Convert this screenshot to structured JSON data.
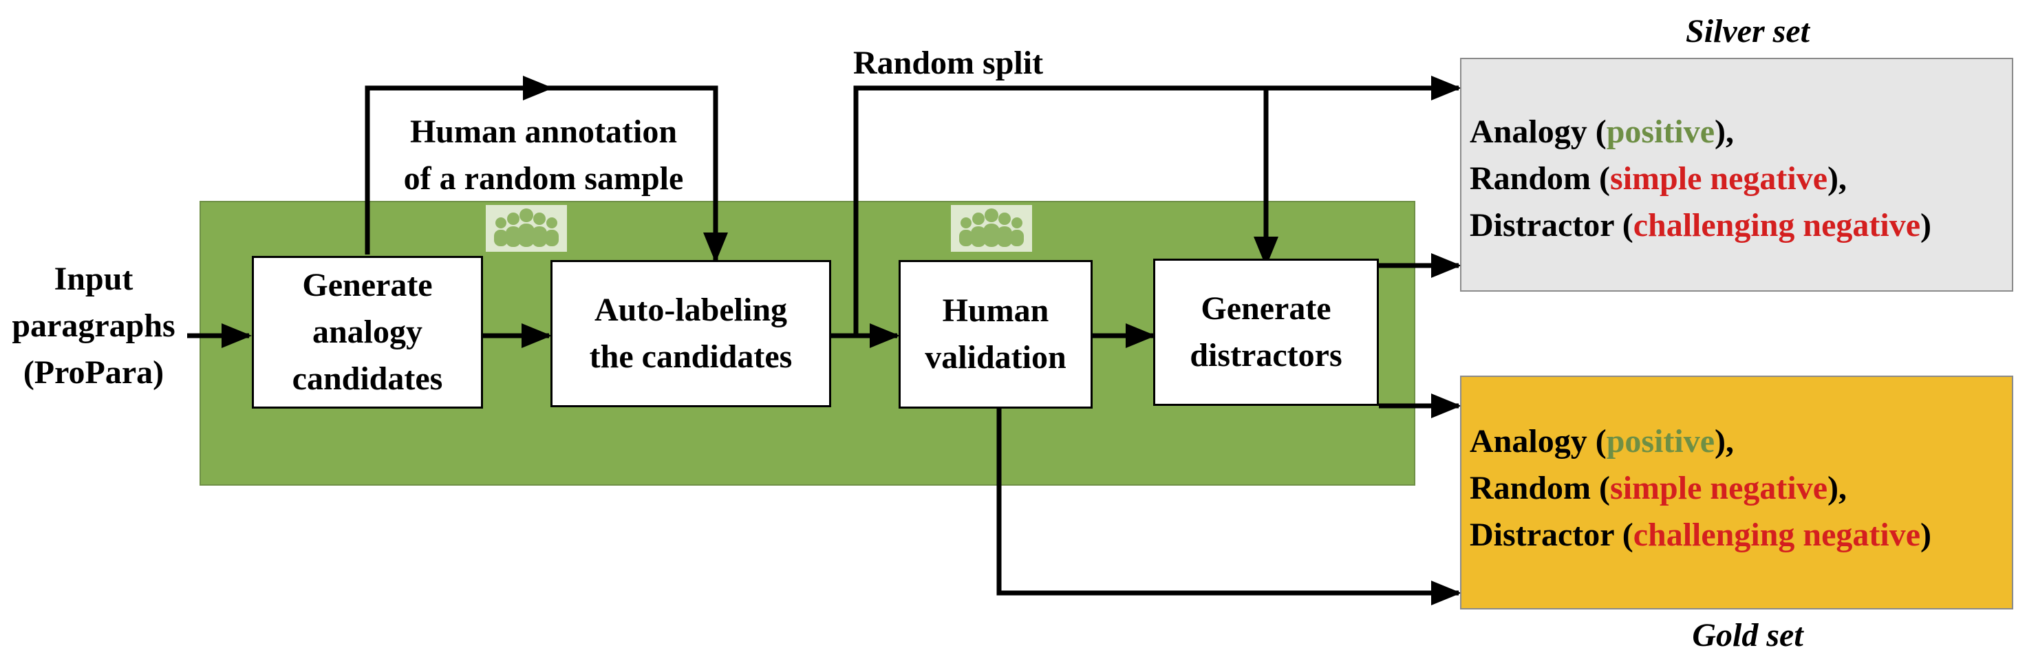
{
  "colors": {
    "band": "#84ad50",
    "positive": "#6e8f45",
    "negative": "#d41f1f",
    "silver_bg": "#e6e6e6",
    "gold_bg": "#f0bc2c"
  },
  "icons": [
    "people-group-icon",
    "people-group-icon"
  ],
  "input": {
    "text": "Input\nparagraphs\n(ProPara)"
  },
  "steps": {
    "generate_candidates": "Generate\nanalogy\ncandidates",
    "auto_labeling": "Auto-labeling\nthe candidates",
    "human_validation": "Human\nvalidation",
    "generate_distractors": "Generate\ndistractors"
  },
  "annotations": {
    "human_annotation": "Human annotation\nof a random sample",
    "random_split": "Random split"
  },
  "silver": {
    "title": "Silver set",
    "lines": [
      {
        "name": "Analogy",
        "open": " (",
        "type": "positive",
        "close": "),"
      },
      {
        "name": "Random",
        "open": " (",
        "type": "simple negative",
        "close": "),"
      },
      {
        "name": "Distractor",
        "open": " (",
        "type": "challenging negative",
        "close": ")"
      }
    ]
  },
  "gold": {
    "title": "Gold set",
    "lines": [
      {
        "name": "Analogy",
        "open": " (",
        "type": "positive",
        "close": "),"
      },
      {
        "name": "Random",
        "open": " (",
        "type": "simple negative",
        "close": "),"
      },
      {
        "name": "Distractor",
        "open": " (",
        "type": "challenging negative",
        "close": ")"
      }
    ]
  }
}
